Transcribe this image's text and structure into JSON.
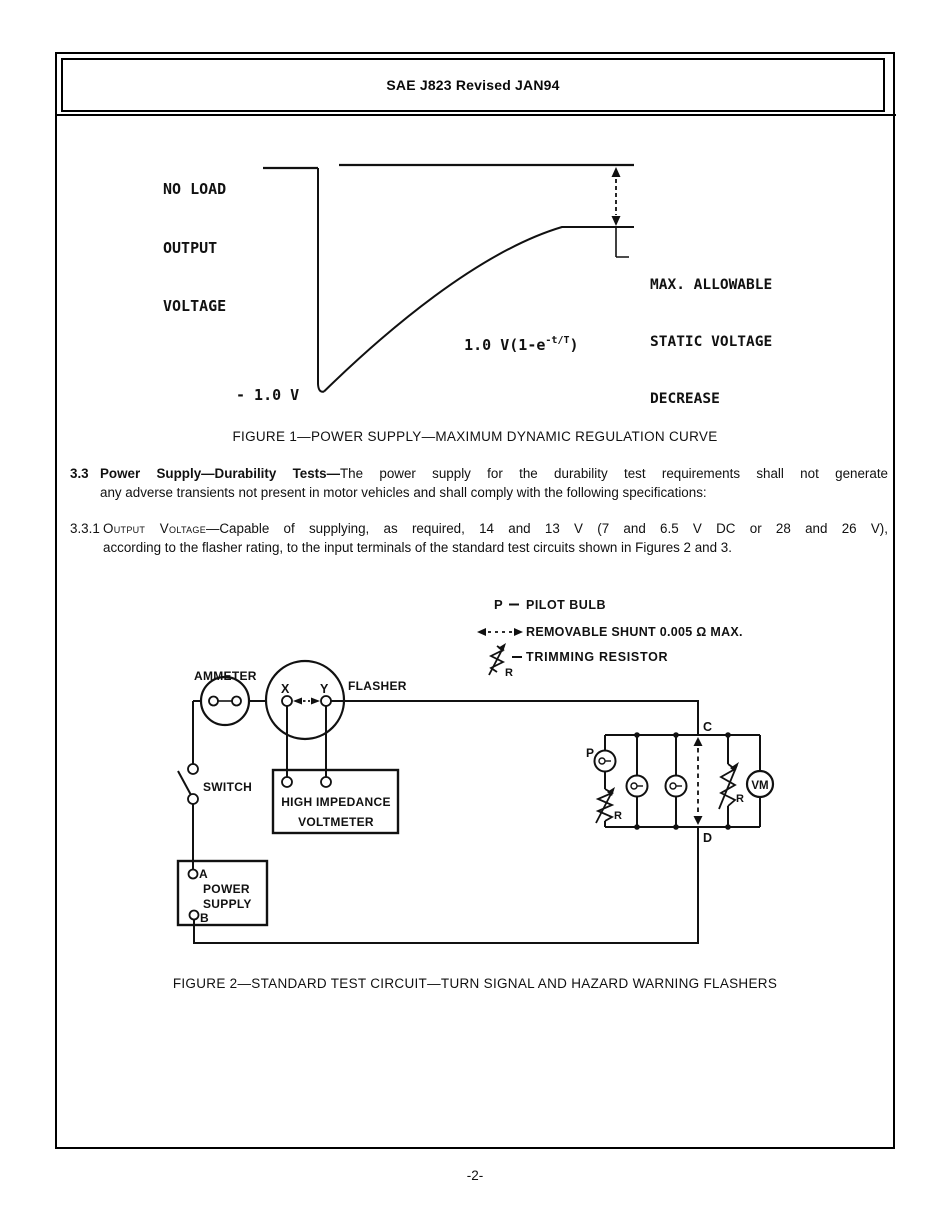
{
  "header": {
    "title": "SAE J823 Revised JAN94"
  },
  "figure1": {
    "no_load_label": [
      "NO LOAD",
      "OUTPUT",
      "VOLTAGE"
    ],
    "min_label": "- 1.0 V",
    "equation_base": "1.0 V(1-e",
    "equation_exponent": "-t/T",
    "equation_close": ")",
    "max_decrease_label": [
      "MAX. ALLOWABLE",
      "STATIC VOLTAGE",
      "DECREASE"
    ],
    "caption": "FIGURE 1—POWER SUPPLY—MAXIMUM DYNAMIC REGULATION CURVE"
  },
  "section_33": {
    "number": "3.3",
    "heading": "Power Supply—Durability Tests—",
    "line1": "The power supply for the durability test requirements shall not generate",
    "line2": "any adverse transients not present in motor vehicles and shall comply with the following specifications:"
  },
  "section_331": {
    "number": "3.3.1",
    "heading": "Output Voltage",
    "line1": "—Capable of supplying, as required, 14 and 13 V (7 and 6.5 V DC or 28 and 26 V),",
    "line2": "according to the flasher rating, to the input terminals of the standard test circuits shown in Figures 2 and 3."
  },
  "figure2": {
    "legend": {
      "pilot_symbol": "P",
      "pilot_text": "PILOT BULB",
      "shunt_text": "REMOVABLE SHUNT 0.005 Ω MAX.",
      "resistor_symbol_label": "R",
      "resistor_text": "TRIMMING RESISTOR"
    },
    "labels": {
      "ammeter": "AMMETER",
      "flasher": "FLASHER",
      "switch": "SWITCH",
      "voltmeter_line1": "HIGH IMPEDANCE",
      "voltmeter_line2": "VOLTMETER",
      "power_line1": "POWER",
      "power_line2": "SUPPLY",
      "x": "X",
      "y": "Y",
      "a": "A",
      "b": "B",
      "c": "C",
      "d": "D",
      "p": "P",
      "r1": "R",
      "r2": "R",
      "vm": "VM"
    },
    "caption": "FIGURE 2—STANDARD TEST CIRCUIT—TURN SIGNAL AND HAZARD WARNING FLASHERS"
  },
  "footer": {
    "page_number": "-2-"
  }
}
